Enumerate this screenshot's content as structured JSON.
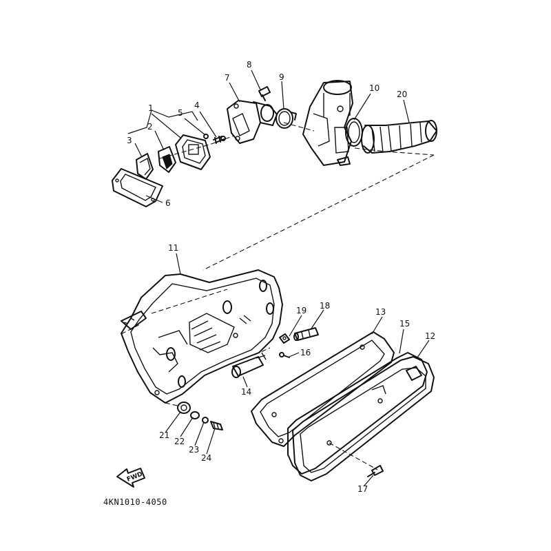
{
  "diagram": {
    "code": "4KN1010-4050",
    "direction_label": "FWD",
    "callouts": [
      {
        "id": "c1",
        "label": "1"
      },
      {
        "id": "c2",
        "label": "2"
      },
      {
        "id": "c3",
        "label": "3"
      },
      {
        "id": "c4",
        "label": "4"
      },
      {
        "id": "c5",
        "label": "5"
      },
      {
        "id": "c6",
        "label": "6"
      },
      {
        "id": "c7",
        "label": "7"
      },
      {
        "id": "c8",
        "label": "8"
      },
      {
        "id": "c9",
        "label": "9"
      },
      {
        "id": "c10",
        "label": "10"
      },
      {
        "id": "c11",
        "label": "11"
      },
      {
        "id": "c12",
        "label": "12"
      },
      {
        "id": "c13",
        "label": "13"
      },
      {
        "id": "c14",
        "label": "14"
      },
      {
        "id": "c15",
        "label": "15"
      },
      {
        "id": "c16",
        "label": "16"
      },
      {
        "id": "c17",
        "label": "17"
      },
      {
        "id": "c18",
        "label": "18"
      },
      {
        "id": "c19",
        "label": "19"
      },
      {
        "id": "c20",
        "label": "20"
      },
      {
        "id": "c21",
        "label": "21"
      },
      {
        "id": "c22",
        "label": "22"
      },
      {
        "id": "c23",
        "label": "23"
      },
      {
        "id": "c24",
        "label": "24"
      }
    ]
  }
}
